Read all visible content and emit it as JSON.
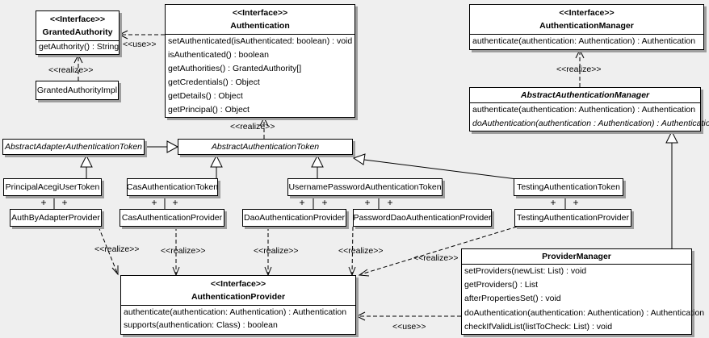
{
  "colors": {
    "background": "#efefef",
    "box_fill": "#ffffff",
    "line": "#000000",
    "shadow": "#9e9e9e"
  },
  "stereotypes": {
    "interface": "<<Interface>>",
    "use": "<<use>>",
    "realize": "<<realize>>"
  },
  "multiplicity_plus": "+",
  "classes": {
    "granted_authority": {
      "stereotype": "<<Interface>>",
      "name": "GrantedAuthority",
      "methods": [
        "getAuthority() : String"
      ]
    },
    "granted_authority_impl": {
      "name": "GrantedAuthorityImpl"
    },
    "authentication": {
      "stereotype": "<<Interface>>",
      "name": "Authentication",
      "methods": [
        "setAuthenticated(isAuthenticated: boolean) : void",
        "isAuthenticated() : boolean",
        "getAuthorities() : GrantedAuthority[]",
        "getCredentials() : Object",
        "getDetails() : Object",
        "getPrincipal() : Object"
      ]
    },
    "authentication_manager": {
      "stereotype": "<<Interface>>",
      "name": "AuthenticationManager",
      "methods": [
        "authenticate(authentication: Authentication) : Authentication"
      ]
    },
    "abstract_authentication_manager": {
      "name": "AbstractAuthenticationManager",
      "methods": [
        "authenticate(authentication: Authentication) : Authentication",
        "doAuthentication(authentication : Authentication) : Authentication"
      ]
    },
    "abstract_adapter_authentication_token": {
      "name": "AbstractAdapterAuthenticationToken"
    },
    "abstract_authentication_token": {
      "name": "AbstractAuthenticationToken"
    },
    "principal_acegi_user_token": {
      "name": "PrincipalAcegiUserToken"
    },
    "cas_authentication_token": {
      "name": "CasAuthenticationToken"
    },
    "username_password_authentication_token": {
      "name": "UsernamePasswordAuthenticationToken"
    },
    "testing_authentication_token": {
      "name": "TestingAuthenticationToken"
    },
    "auth_by_adapter_provider": {
      "name": "AuthByAdapterProvider"
    },
    "cas_authentication_provider": {
      "name": "CasAuthenticationProvider"
    },
    "dao_authentication_provider": {
      "name": "DaoAuthenticationProvider"
    },
    "password_dao_authentication_provider": {
      "name": "PasswordDaoAuthenticationProvider"
    },
    "testing_authentication_provider": {
      "name": "TestingAuthenticationProvider"
    },
    "authentication_provider": {
      "stereotype": "<<Interface>>",
      "name": "AuthenticationProvider",
      "methods": [
        "authenticate(authentication: Authentication) : Authentication",
        "supports(authentication: Class) : boolean"
      ]
    },
    "provider_manager": {
      "name": "ProviderManager",
      "methods": [
        "setProviders(newList: List) : void",
        "getProviders() : List",
        "afterPropertiesSet() : void",
        "doAuthentication(authentication: Authentication) : Authentication",
        "checkIfValidList(listToCheck: List) : void"
      ]
    }
  }
}
